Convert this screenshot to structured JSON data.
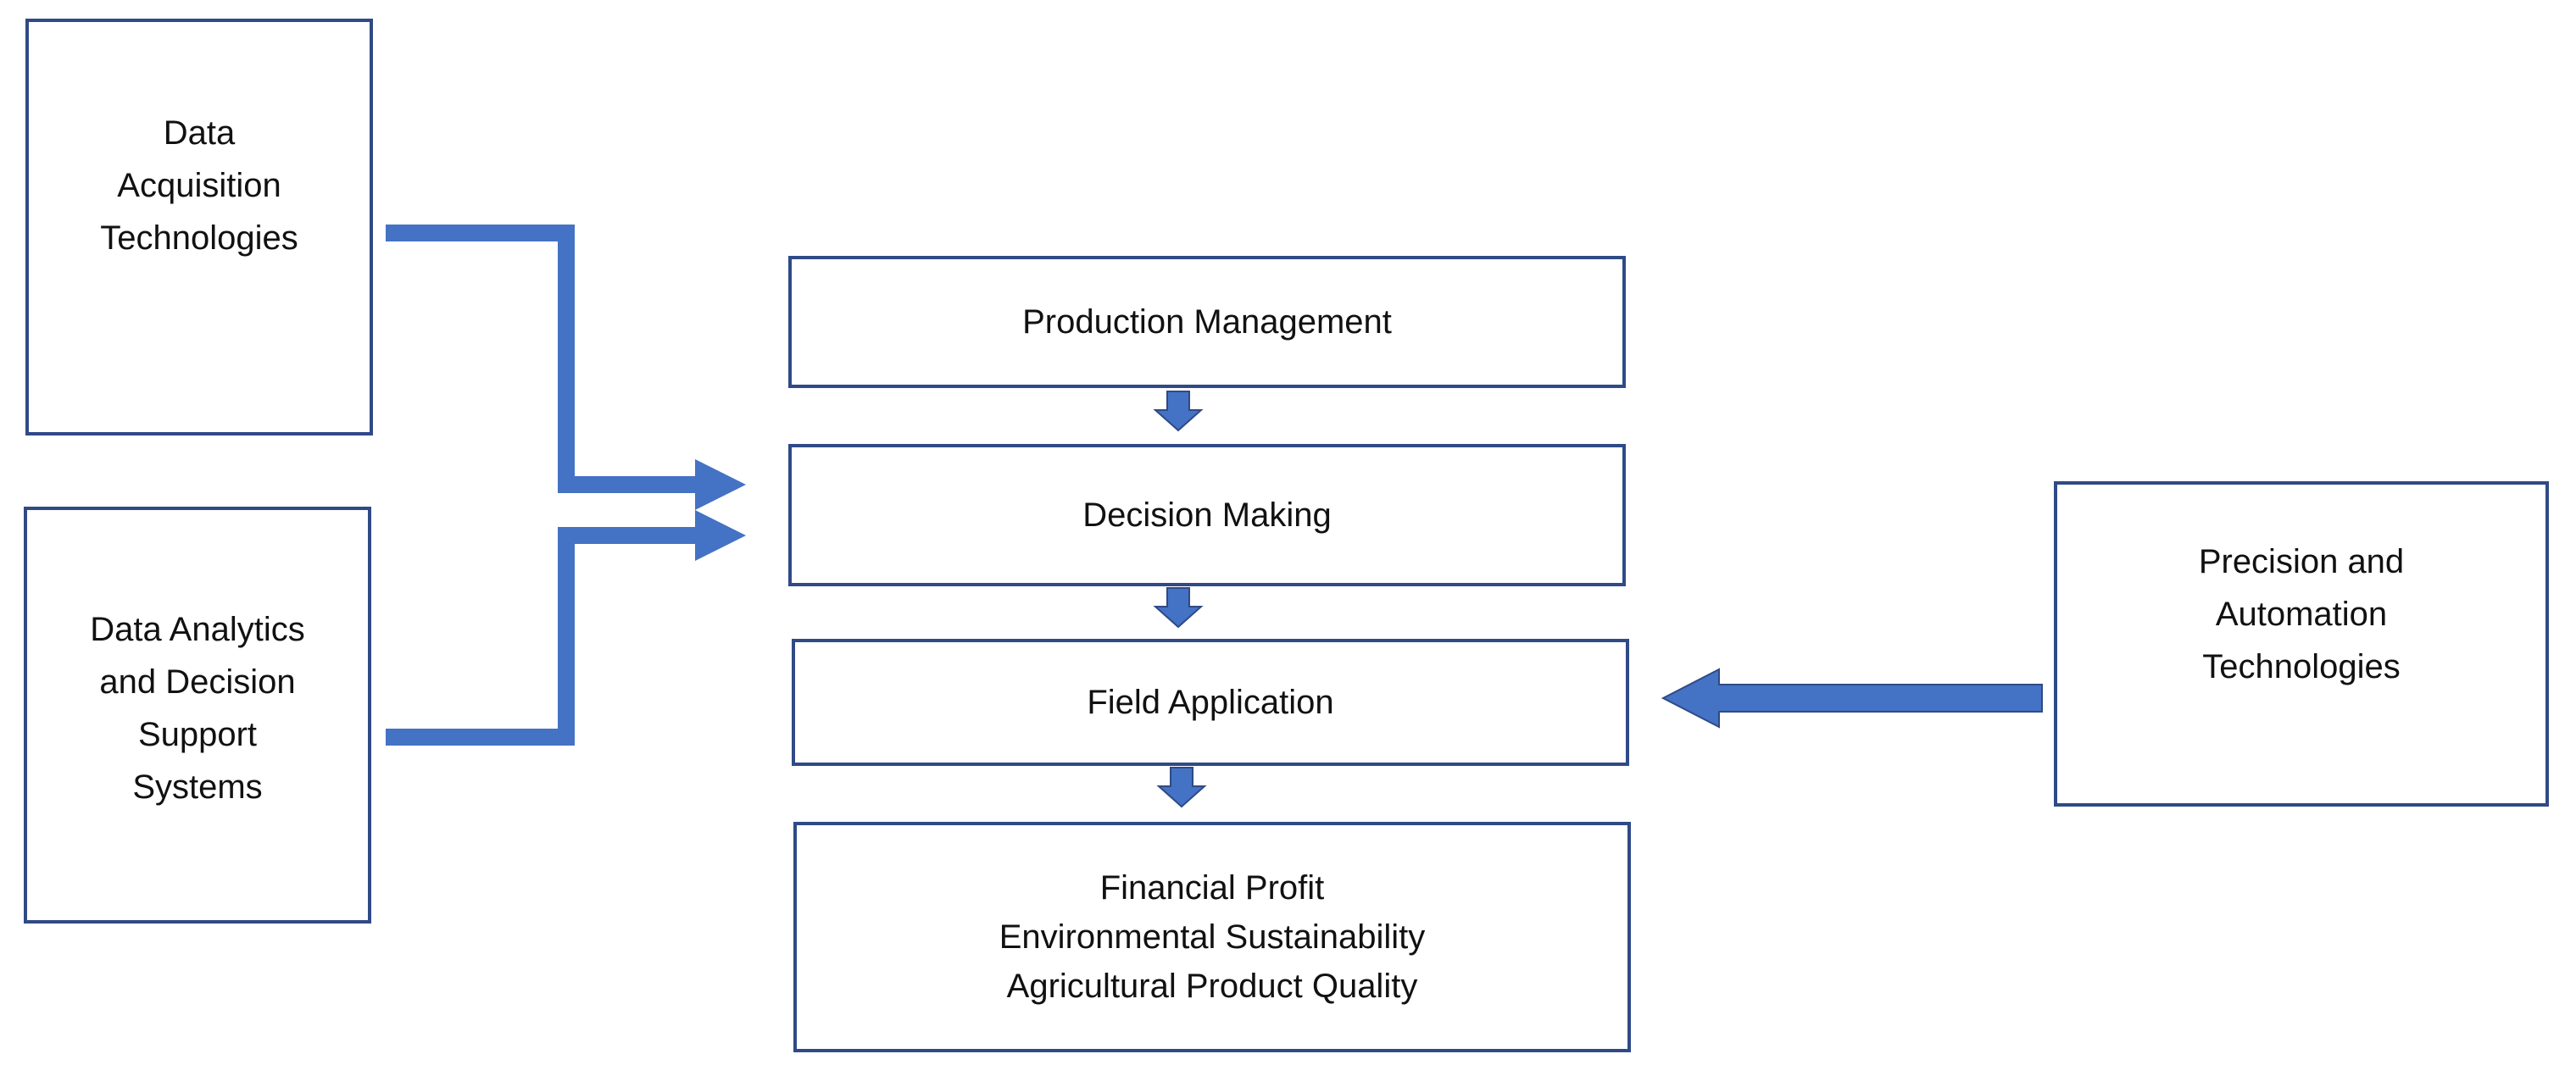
{
  "diagram": {
    "nodes": {
      "data_acquisition": {
        "lines": [
          "Data",
          "Acquisition",
          "Technologies"
        ]
      },
      "data_analytics": {
        "lines": [
          "Data Analytics",
          "and Decision",
          "Support",
          "Systems"
        ]
      },
      "production_management": {
        "lines": [
          "Production Management"
        ]
      },
      "decision_making": {
        "lines": [
          "Decision Making"
        ]
      },
      "field_application": {
        "lines": [
          "Field Application"
        ]
      },
      "outcomes": {
        "lines": [
          "Financial Profit",
          "Environmental Sustainability",
          "Agricultural Product Quality"
        ]
      },
      "precision_automation": {
        "lines": [
          "Precision and",
          "Automation",
          "Technologies"
        ]
      }
    },
    "edges": [
      {
        "from": "data_acquisition",
        "to": "decision_making"
      },
      {
        "from": "data_analytics",
        "to": "decision_making"
      },
      {
        "from": "production_management",
        "to": "decision_making"
      },
      {
        "from": "decision_making",
        "to": "field_application"
      },
      {
        "from": "field_application",
        "to": "outcomes"
      },
      {
        "from": "precision_automation",
        "to": "field_application"
      }
    ],
    "colors": {
      "box_border": "#2f4a86",
      "connector": "#4472c4",
      "text": "#111111"
    }
  }
}
